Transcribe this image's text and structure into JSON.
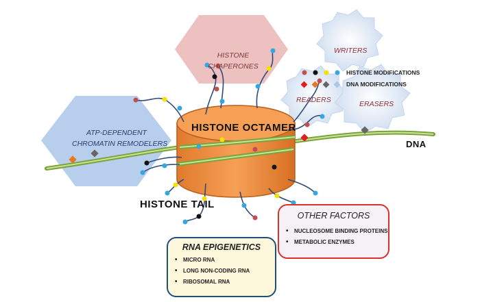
{
  "labels": {
    "histone_chaperones": [
      "HISTONE",
      "CHAPERONES"
    ],
    "atp_remodelers": [
      "ATP-DEPENDENT",
      "CHROMATIN REMODELERS"
    ],
    "histone_octamer": "HISTONE OCTAMER",
    "histone_tail": "HISTONE TAIL",
    "dna": "DNA",
    "writers": "WRITERS",
    "readers": "READERS",
    "erasers": "ERASERS"
  },
  "legend": {
    "histone_modifications": "HISTONE MODIFICATIONS",
    "dna_modifications": "DNA MODIFICATIONS"
  },
  "other_factors": {
    "title": "OTHER FACTORS",
    "items": [
      "NUCLEOSOME BINDING PROTEINS",
      "METABOLIC ENZYMES"
    ]
  },
  "rna_epigenetics": {
    "title": "RNA EPIGENETICS",
    "items": [
      "MICRO RNA",
      "LONG NON-CODING RNA",
      "RIBOSOMAL RNA"
    ]
  },
  "colors": {
    "octamer": "#ef8a3a",
    "octamer_dark": "#b85e1c",
    "dna": "#8db84a",
    "remodeler_hex": "#9fbde6",
    "chaperone_hex": "#eab2b2",
    "cog": "#dbe6f4",
    "mod_red": "#c0504d",
    "mod_black": "#111111",
    "mod_yellow": "#f5e000",
    "mod_blue": "#35a7e0",
    "dna_red": "#e0201e",
    "dna_orange": "#e87722",
    "dna_grey": "#666666",
    "dna_lightblue": "#a9c8e8",
    "other_border": "#d9302b",
    "rna_border": "#1f4e79",
    "rna_fill": "#fdf7dc"
  }
}
